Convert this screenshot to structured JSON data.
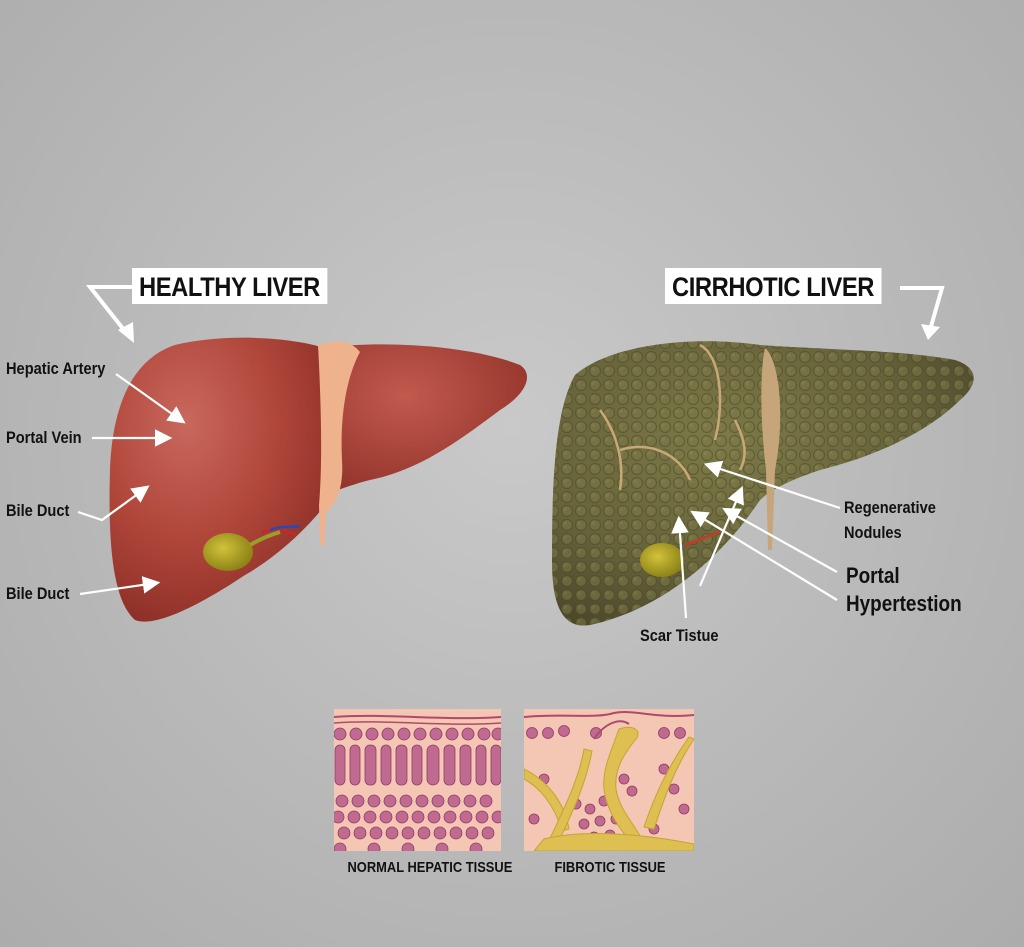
{
  "healthy": {
    "title": "HEALTHY LIVER",
    "labels": [
      "Hepatic Artery",
      "Portal Vein",
      "Bile Duct",
      "Bile Duct"
    ],
    "colors": {
      "liver": "#b2463b",
      "ligament": "#f0b58e",
      "gallbladder": "#b8a820"
    }
  },
  "cirrhotic": {
    "title": "CIRRHOTIC LIVER",
    "labels": {
      "nodules": [
        "Regenerative",
        "Nodules"
      ],
      "portal": [
        "Portal",
        "Hypertestion"
      ],
      "scar": "Scar Tistue"
    },
    "colors": {
      "liver": "#6e6a3c",
      "scar": "#c9a878",
      "gallbladder": "#a8a02a"
    }
  },
  "tissue": {
    "normal_caption": "NORMAL HEPATIC TISSUE",
    "fibrotic_caption": "FIBROTIC TISSUE",
    "colors": {
      "background": "#f4c6b4",
      "cell": "#b85a88",
      "fibrosis": "#d8b84a"
    }
  }
}
